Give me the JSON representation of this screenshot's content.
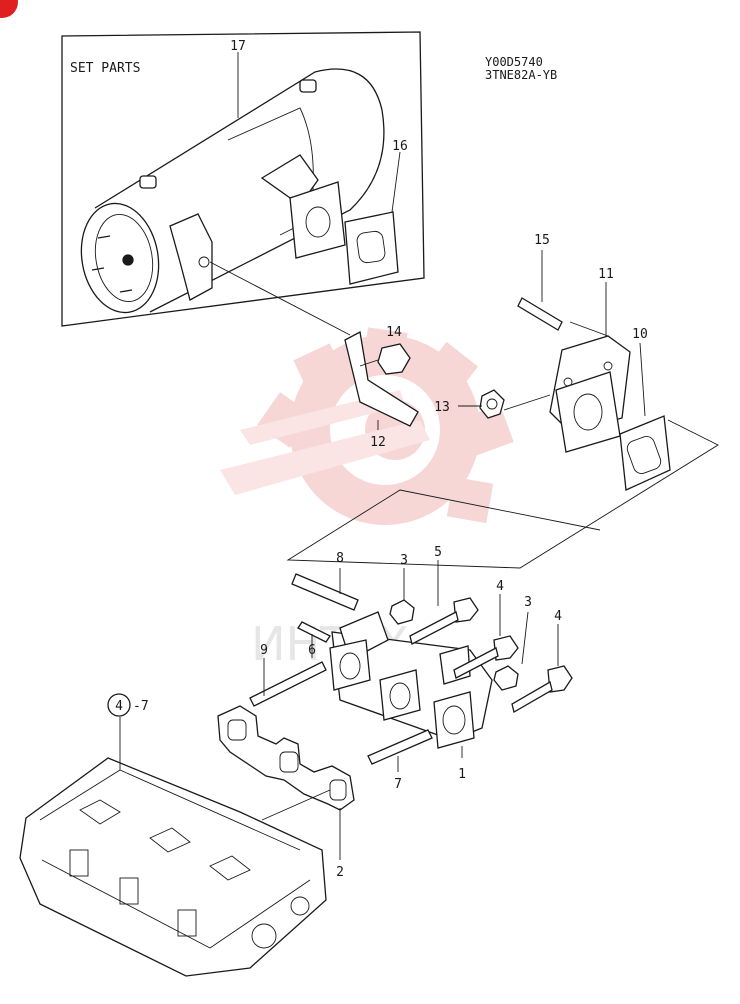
{
  "document": {
    "code": "Y00D5740",
    "model": "3TNE82A-YB",
    "set_parts_label": "SET PARTS",
    "watermark_text": "ИНТЕХ",
    "group_ref": "4",
    "group_ref_suffix": "-7"
  },
  "callouts": [
    "1",
    "2",
    "3",
    "3",
    "4",
    "4",
    "5",
    "6",
    "7",
    "8",
    "9",
    "10",
    "11",
    "12",
    "13",
    "14",
    "15",
    "16",
    "17"
  ],
  "colors": {
    "line": "#1a1a1a",
    "watermark": "#f2b5b5",
    "corner_badge": "#e02020"
  }
}
